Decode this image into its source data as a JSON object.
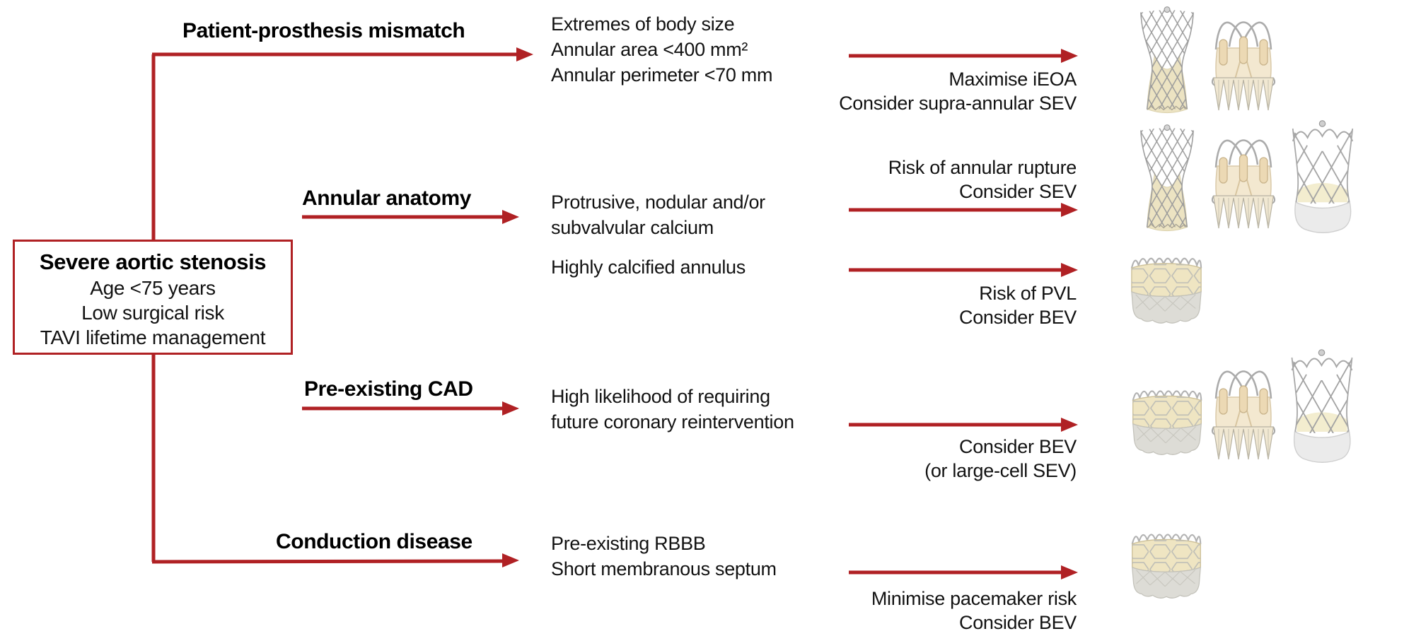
{
  "figure": {
    "title_box": {
      "title": "Severe aortic stenosis",
      "lines": [
        "Age <75 years",
        "Low surgical risk",
        "TAVI lifetime management"
      ]
    },
    "branches": [
      {
        "heading": "Patient-prosthesis mismatch",
        "criteria": [
          "Extremes of body size",
          "Annular area <400 mm²",
          "Annular perimeter <70 mm"
        ],
        "recommendation": [
          "Maximise iEOA",
          "Consider supra-annular SEV"
        ],
        "valves": [
          "hourglass-supra-annular-sev-valve",
          "crown-sev-valve"
        ]
      },
      {
        "heading": "Annular anatomy",
        "criteria": [
          "Protrusive, nodular and/or",
          "subvalvular calcium"
        ],
        "recommendation": [
          "Risk of annular rupture",
          "Consider SEV"
        ],
        "valves": [
          "hourglass-supra-annular-sev-valve",
          "crown-sev-valve",
          "large-cell-sev-valve"
        ]
      },
      {
        "heading": "",
        "criteria": [
          "Highly calcified annulus"
        ],
        "recommendation": [
          "Risk of PVL",
          "Consider BEV"
        ],
        "valves": [
          "bev-valve"
        ]
      },
      {
        "heading": "Pre-existing CAD",
        "criteria": [
          "High likelihood of requiring",
          "future coronary reintervention"
        ],
        "recommendation": [
          "Consider BEV",
          "(or large-cell SEV)"
        ],
        "valves": [
          "bev-valve",
          "crown-sev-valve",
          "large-cell-sev-valve"
        ]
      },
      {
        "heading": "Conduction disease",
        "criteria": [
          "Pre-existing RBBB",
          "Short membranous septum"
        ],
        "recommendation": [
          "Minimise pacemaker risk",
          "Consider BEV"
        ],
        "valves": [
          "bev-valve"
        ]
      }
    ],
    "colors": {
      "accent_red": "#b02124",
      "text": "#111111"
    }
  }
}
